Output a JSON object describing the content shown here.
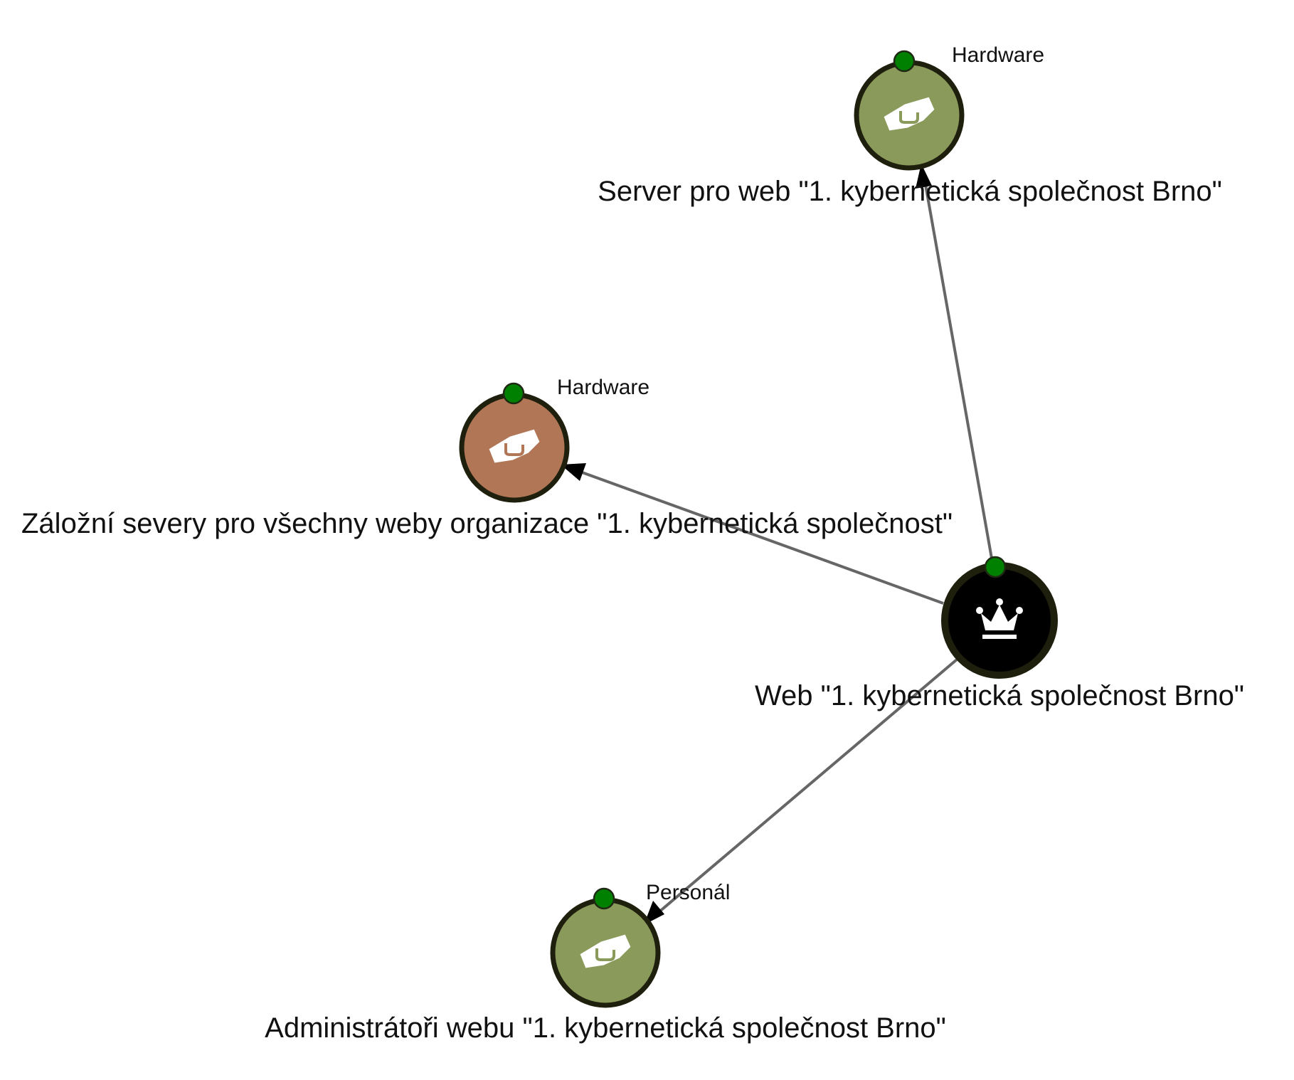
{
  "colors": {
    "asset_green": "#8a9a5b",
    "asset_brown": "#b07656",
    "primary_black": "#000000",
    "status_ok": "#008000",
    "edge": "#666666"
  },
  "nodes": [
    {
      "id": "server",
      "label": "Server pro web \"1. kybernetická společnost Brno\"",
      "type": "Hardware",
      "icon": "handshake-icon",
      "color": "#8a9a5b",
      "status": "ok"
    },
    {
      "id": "backup",
      "label": "Záložní severy pro všechny weby organizace \"1. kybernetická společnost\"",
      "type": "Hardware",
      "icon": "handshake-icon",
      "color": "#b07656",
      "status": "ok"
    },
    {
      "id": "web",
      "label": "Web \"1. kybernetická společnost Brno\"",
      "type": "",
      "icon": "crown-icon",
      "color": "#000000",
      "status": "ok"
    },
    {
      "id": "admins",
      "label": "Administrátoři webu \"1. kybernetická společnost Brno\"",
      "type": "Personál",
      "icon": "handshake-icon",
      "color": "#8a9a5b",
      "status": "ok"
    }
  ],
  "edges": [
    {
      "from": "web",
      "to": "server"
    },
    {
      "from": "web",
      "to": "backup"
    },
    {
      "from": "web",
      "to": "admins"
    }
  ]
}
